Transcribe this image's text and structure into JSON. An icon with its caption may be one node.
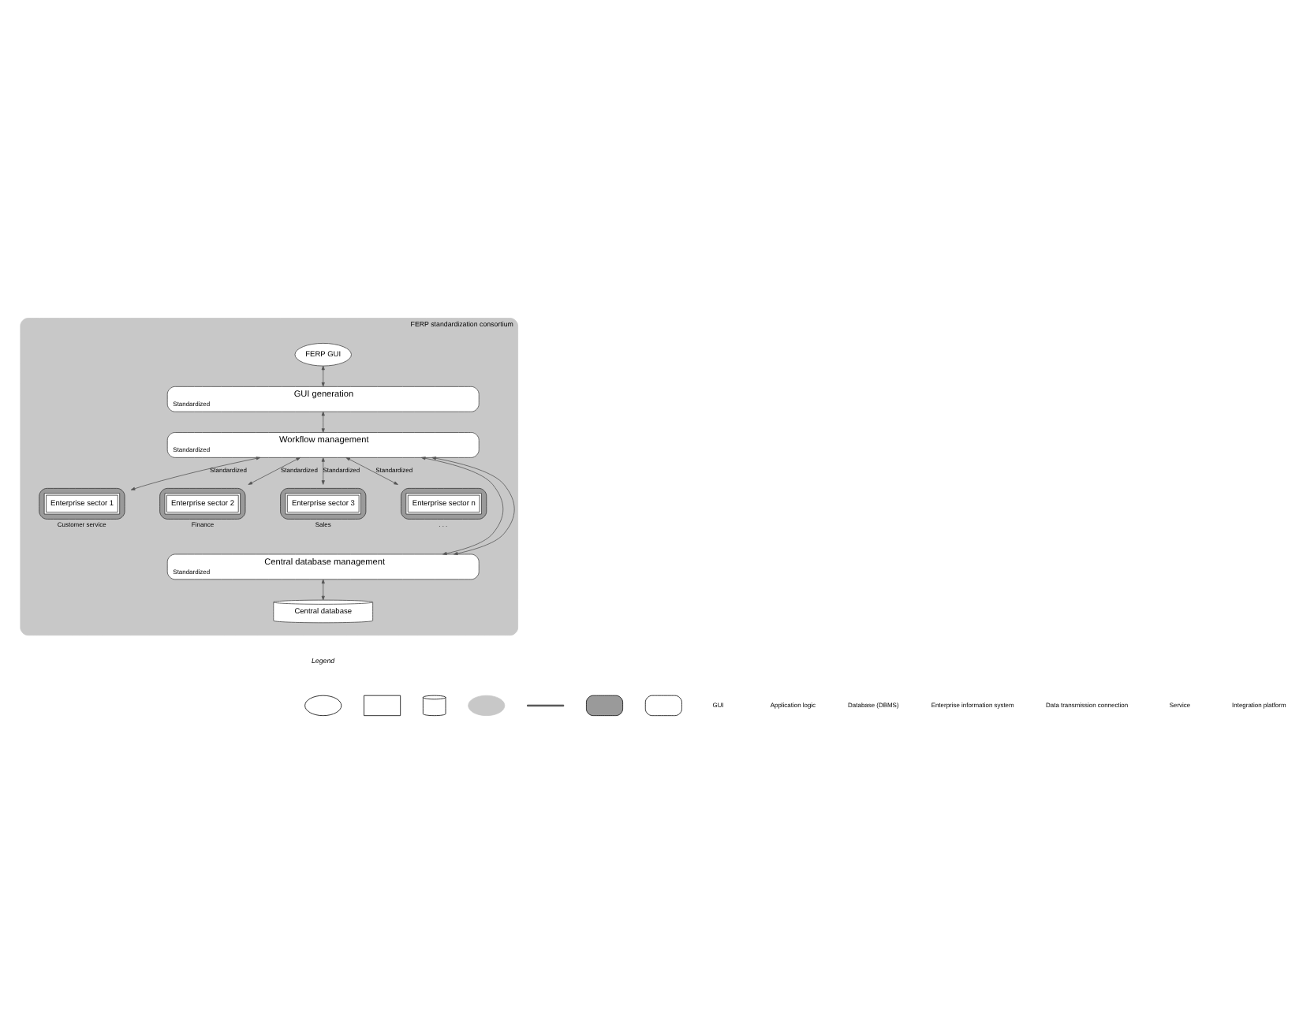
{
  "diagram": {
    "nodes": [
      {
        "text": [
          "FERP standardization consortium"
        ]
      },
      {
        "text": [
          "FERP GUI"
        ],
        "in": 0
      },
      {
        "text": [
          "GUI generation",
          "Standardized"
        ],
        "in": 0
      },
      {
        "text": [
          "Workflow management",
          "Standardized"
        ],
        "in": 0
      },
      {
        "text": [
          "Enterprise sector 1"
        ],
        "in": 0,
        "beside": [
          "Customer service"
        ]
      },
      {
        "text": [
          "Enterprise sector 2"
        ],
        "in": 0,
        "beside": [
          "Finance"
        ]
      },
      {
        "text": [
          "Enterprise sector 3"
        ],
        "in": 0,
        "beside": [
          "Sales"
        ]
      },
      {
        "text": [
          "Enterprise sector n"
        ],
        "in": 0,
        "beside": [
          ". . ."
        ]
      },
      {
        "text": [
          "Central database management",
          "Standardized"
        ],
        "in": 0
      },
      {
        "text": [
          "Central database"
        ],
        "in": 0
      }
    ],
    "edges": [
      {
        "from": 1,
        "to": 2,
        "arrow": "both"
      },
      {
        "from": 2,
        "to": 3,
        "arrow": "both"
      },
      {
        "from": 3,
        "to": 4,
        "arrow": "both",
        "label": "Standardized"
      },
      {
        "from": 3,
        "to": 5,
        "arrow": "both",
        "label": "Standardized"
      },
      {
        "from": 3,
        "to": 6,
        "arrow": "both",
        "label": "Standardized"
      },
      {
        "from": 3,
        "to": 7,
        "arrow": "both",
        "label": "Standardized"
      },
      {
        "from": 3,
        "to": 8,
        "arrow": "both"
      },
      {
        "from": 3,
        "to": 8,
        "arrow": "both"
      },
      {
        "from": 8,
        "to": 9,
        "arrow": "both"
      }
    ],
    "labels": [
      "Legend"
    ],
    "legend": [
      {
        "text": "GUI"
      },
      {
        "text": "Application logic"
      },
      {
        "text": "Database (DBMS)"
      },
      {
        "text": "Enterprise information system"
      },
      {
        "text": "Data transmission connection"
      },
      {
        "text": "Service"
      },
      {
        "text": "Integration platform"
      }
    ]
  }
}
